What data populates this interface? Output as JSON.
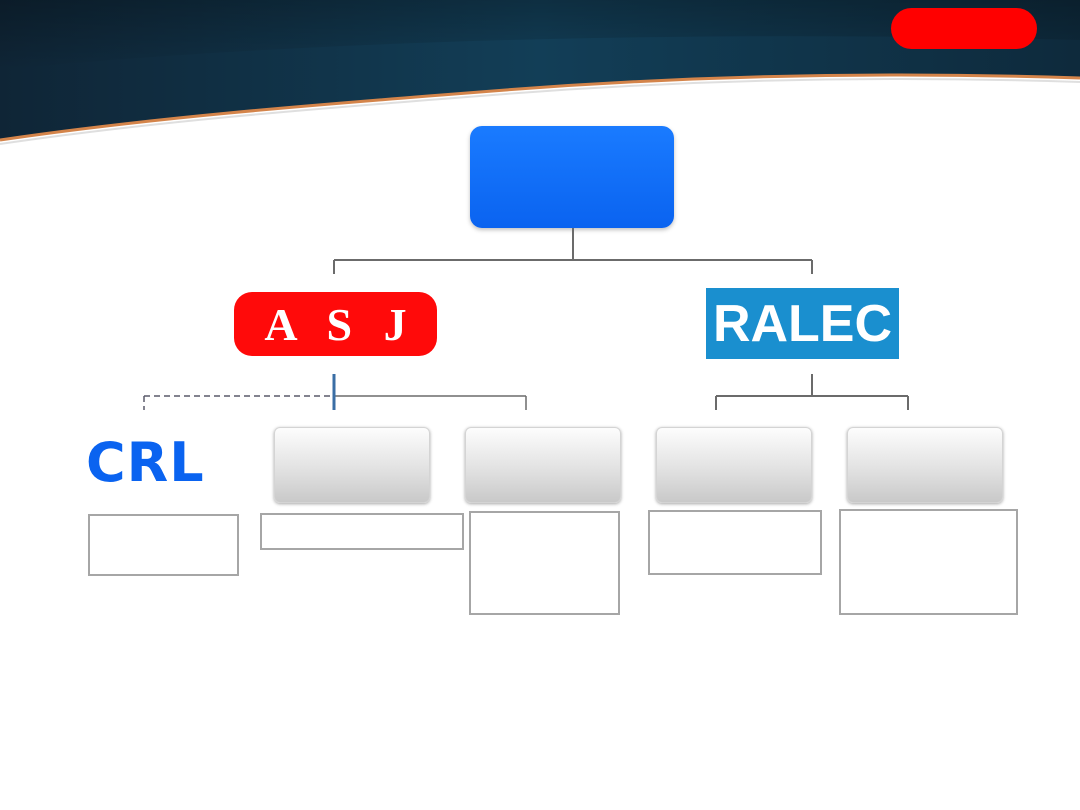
{
  "header": {
    "band_colors": [
      "#0d2233",
      "#123a52"
    ],
    "accent_stroke": "#d4844a",
    "badge_color": "#ff0000"
  },
  "diagram": {
    "root": {
      "label": "",
      "color": "#0a63f0"
    },
    "branches": [
      {
        "label": "A S J",
        "color": "#ff0a0a",
        "shape": "rounded-pill"
      },
      {
        "label": "RALEC",
        "color": "#1a8fcf",
        "shape": "rectangle"
      }
    ],
    "leaves": [
      {
        "label": "CRL",
        "color": "#0a63f0",
        "style": "text"
      },
      {
        "label": "",
        "style": "gray-box"
      },
      {
        "label": "",
        "style": "gray-box"
      },
      {
        "label": "",
        "style": "gray-box"
      },
      {
        "label": "",
        "style": "gray-box"
      }
    ],
    "notes": [
      "",
      "",
      "",
      "",
      ""
    ]
  }
}
